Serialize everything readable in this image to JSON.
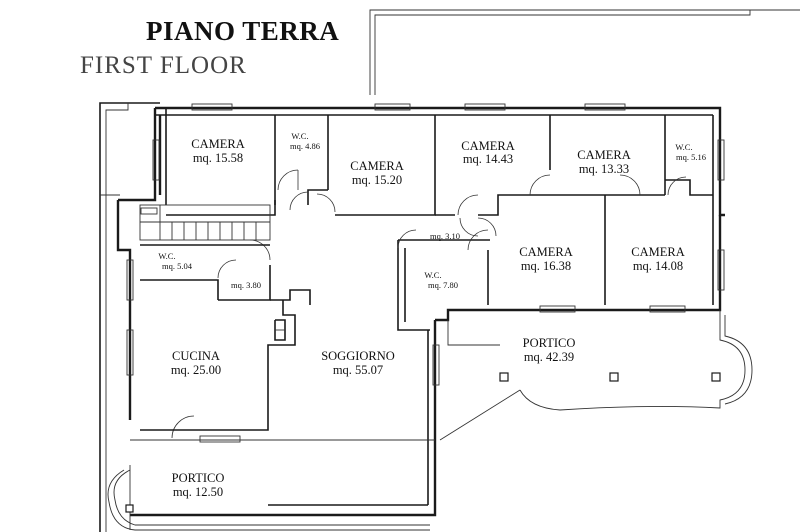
{
  "title": "PIANO TERRA",
  "subtitle": "FIRST FLOOR",
  "rooms": [
    {
      "name": "CAMERA",
      "area": "mq. 15.58"
    },
    {
      "name": "W.C.",
      "area": "mq. 4.86"
    },
    {
      "name": "CAMERA",
      "area": "mq. 15.20"
    },
    {
      "name": "CAMERA",
      "area": "mq. 14.43"
    },
    {
      "name": "CAMERA",
      "area": "mq. 13.33"
    },
    {
      "name": "W.C.",
      "area": "mq. 5.16"
    },
    {
      "name": "",
      "area": "mq. 3.10"
    },
    {
      "name": "CAMERA",
      "area": "mq. 16.38"
    },
    {
      "name": "CAMERA",
      "area": "mq. 14.08"
    },
    {
      "name": "W.C.",
      "area": "mq. 7.80"
    },
    {
      "name": "W.C.",
      "area": "mq. 5.04"
    },
    {
      "name": "",
      "area": "mq. 3.80"
    },
    {
      "name": "CUCINA",
      "area": "mq. 25.00"
    },
    {
      "name": "SOGGIORNO",
      "area": "mq. 55.07"
    },
    {
      "name": "PORTICO",
      "area": "mq. 42.39"
    },
    {
      "name": "PORTICO",
      "area": "mq. 12.50"
    }
  ]
}
